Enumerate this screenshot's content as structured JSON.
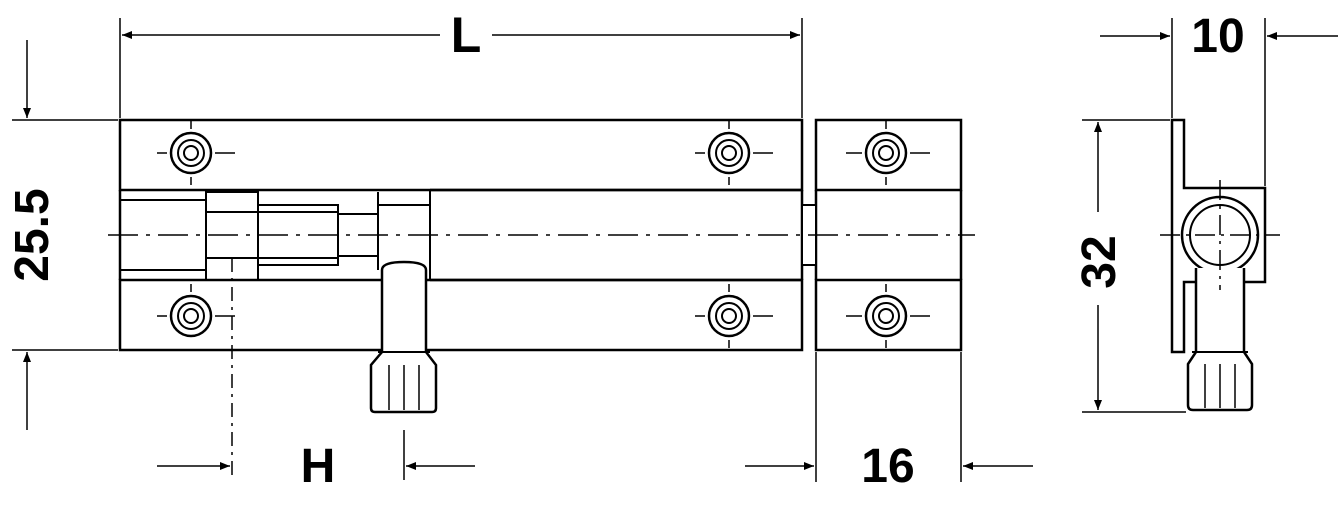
{
  "dimensions": {
    "length_label": "L",
    "height_label": "25.5",
    "handle_label": "H",
    "keeper_width_label": "16",
    "depth_label": "10",
    "total_height_label": "32"
  },
  "colors": {
    "line": "#000000",
    "background": "#ffffff"
  }
}
